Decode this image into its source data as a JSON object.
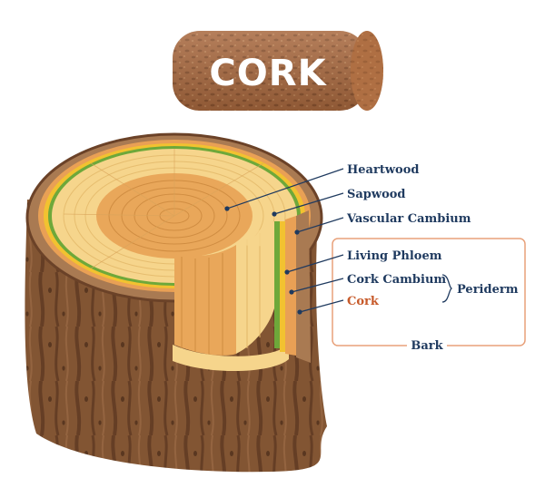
{
  "title": "CORK",
  "labels": {
    "heartwood": "Heartwood",
    "sapwood": "Sapwood",
    "vascular_cambium": "Vascular Cambium",
    "living_phloem": "Living Phloem",
    "cork_cambium": "Cork Cambium",
    "cork": "Cork",
    "periderm": "Periderm",
    "bark": "Bark"
  },
  "colors": {
    "label_text": "#1f3a5f",
    "cork_label": "#c75a2a",
    "bark_box": "#e8a17a",
    "bark_brown": "#7a4a2c",
    "heartwood": "#e9a75a",
    "sapwood": "#f6d58c",
    "cambium_green": "#6ea83a",
    "phloem_yellow": "#f2c230"
  }
}
